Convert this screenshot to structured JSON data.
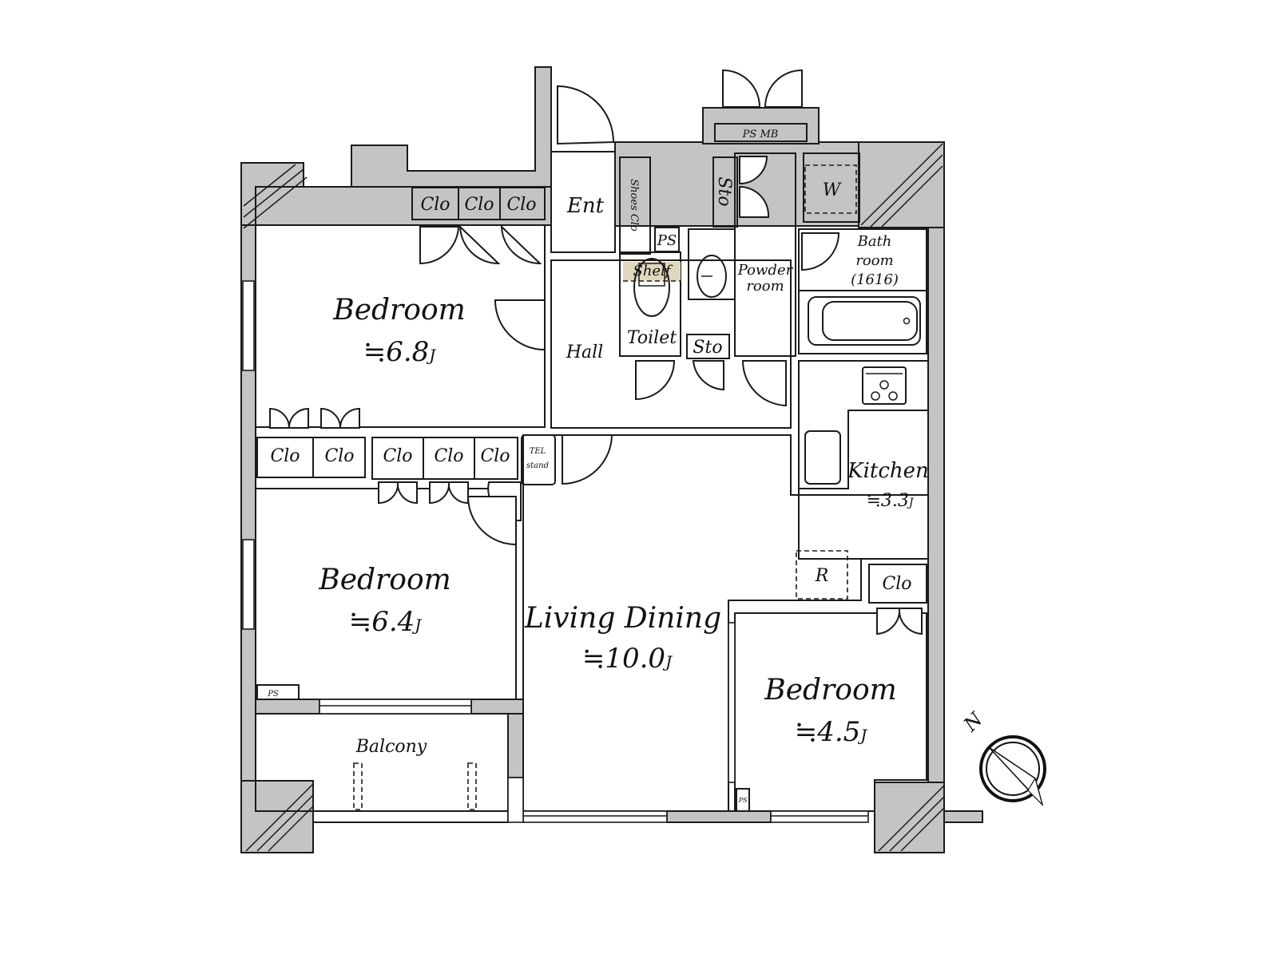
{
  "plan": {
    "colors": {
      "wall": "#c3c4c5",
      "bedroom_floor": "#fdfbee",
      "living_floor": "#fdf0df",
      "wet_area_floor": "#e6f3fb",
      "closet_fill": "#e0d8be",
      "hall_floor": "#ffffff",
      "line": "#1a1a1a"
    },
    "rooms": {
      "bedroom_a": {
        "label": "Bedroom",
        "area": "≒6.8",
        "unit": "J"
      },
      "bedroom_b": {
        "label": "Bedroom",
        "area": "≒6.4",
        "unit": "J"
      },
      "bedroom_c": {
        "label": "Bedroom",
        "area": "≒4.5",
        "unit": "J"
      },
      "living_dining": {
        "label": "Living Dining",
        "area": "≒10.0",
        "unit": "J"
      },
      "kitchen": {
        "label": "Kitchen",
        "area": "≒3.3",
        "unit": "J"
      },
      "entrance": {
        "label": "Ent"
      },
      "hall": {
        "label": "Hall"
      },
      "toilet": {
        "label": "Toilet"
      },
      "powder_room": {
        "label_line1": "Powder",
        "label_line2": "room"
      },
      "bathroom": {
        "label_line1": "Bath",
        "label_line2": "room",
        "label_line3": "(1616)"
      },
      "balcony": {
        "label": "Balcony"
      }
    },
    "fixtures": {
      "closets": [
        "Clo",
        "Clo",
        "Clo",
        "Clo",
        "Clo",
        "Clo",
        "Clo",
        "Clo",
        "Clo"
      ],
      "shoes_closet": "Shoes Clo",
      "storage_top": "Sto",
      "storage_hall": "Sto",
      "ps_entry": "PS",
      "ps_mb": "PS MB",
      "ps_bedroom_b": "PS",
      "ps_bedroom_c": "PS",
      "shelf": "Shelf",
      "washer": "W",
      "refrigerator": "R",
      "tel_stand_line1": "TEL",
      "tel_stand_line2": "stand",
      "kitchen_closet": "Clo"
    },
    "compass": {
      "label": "N"
    }
  }
}
